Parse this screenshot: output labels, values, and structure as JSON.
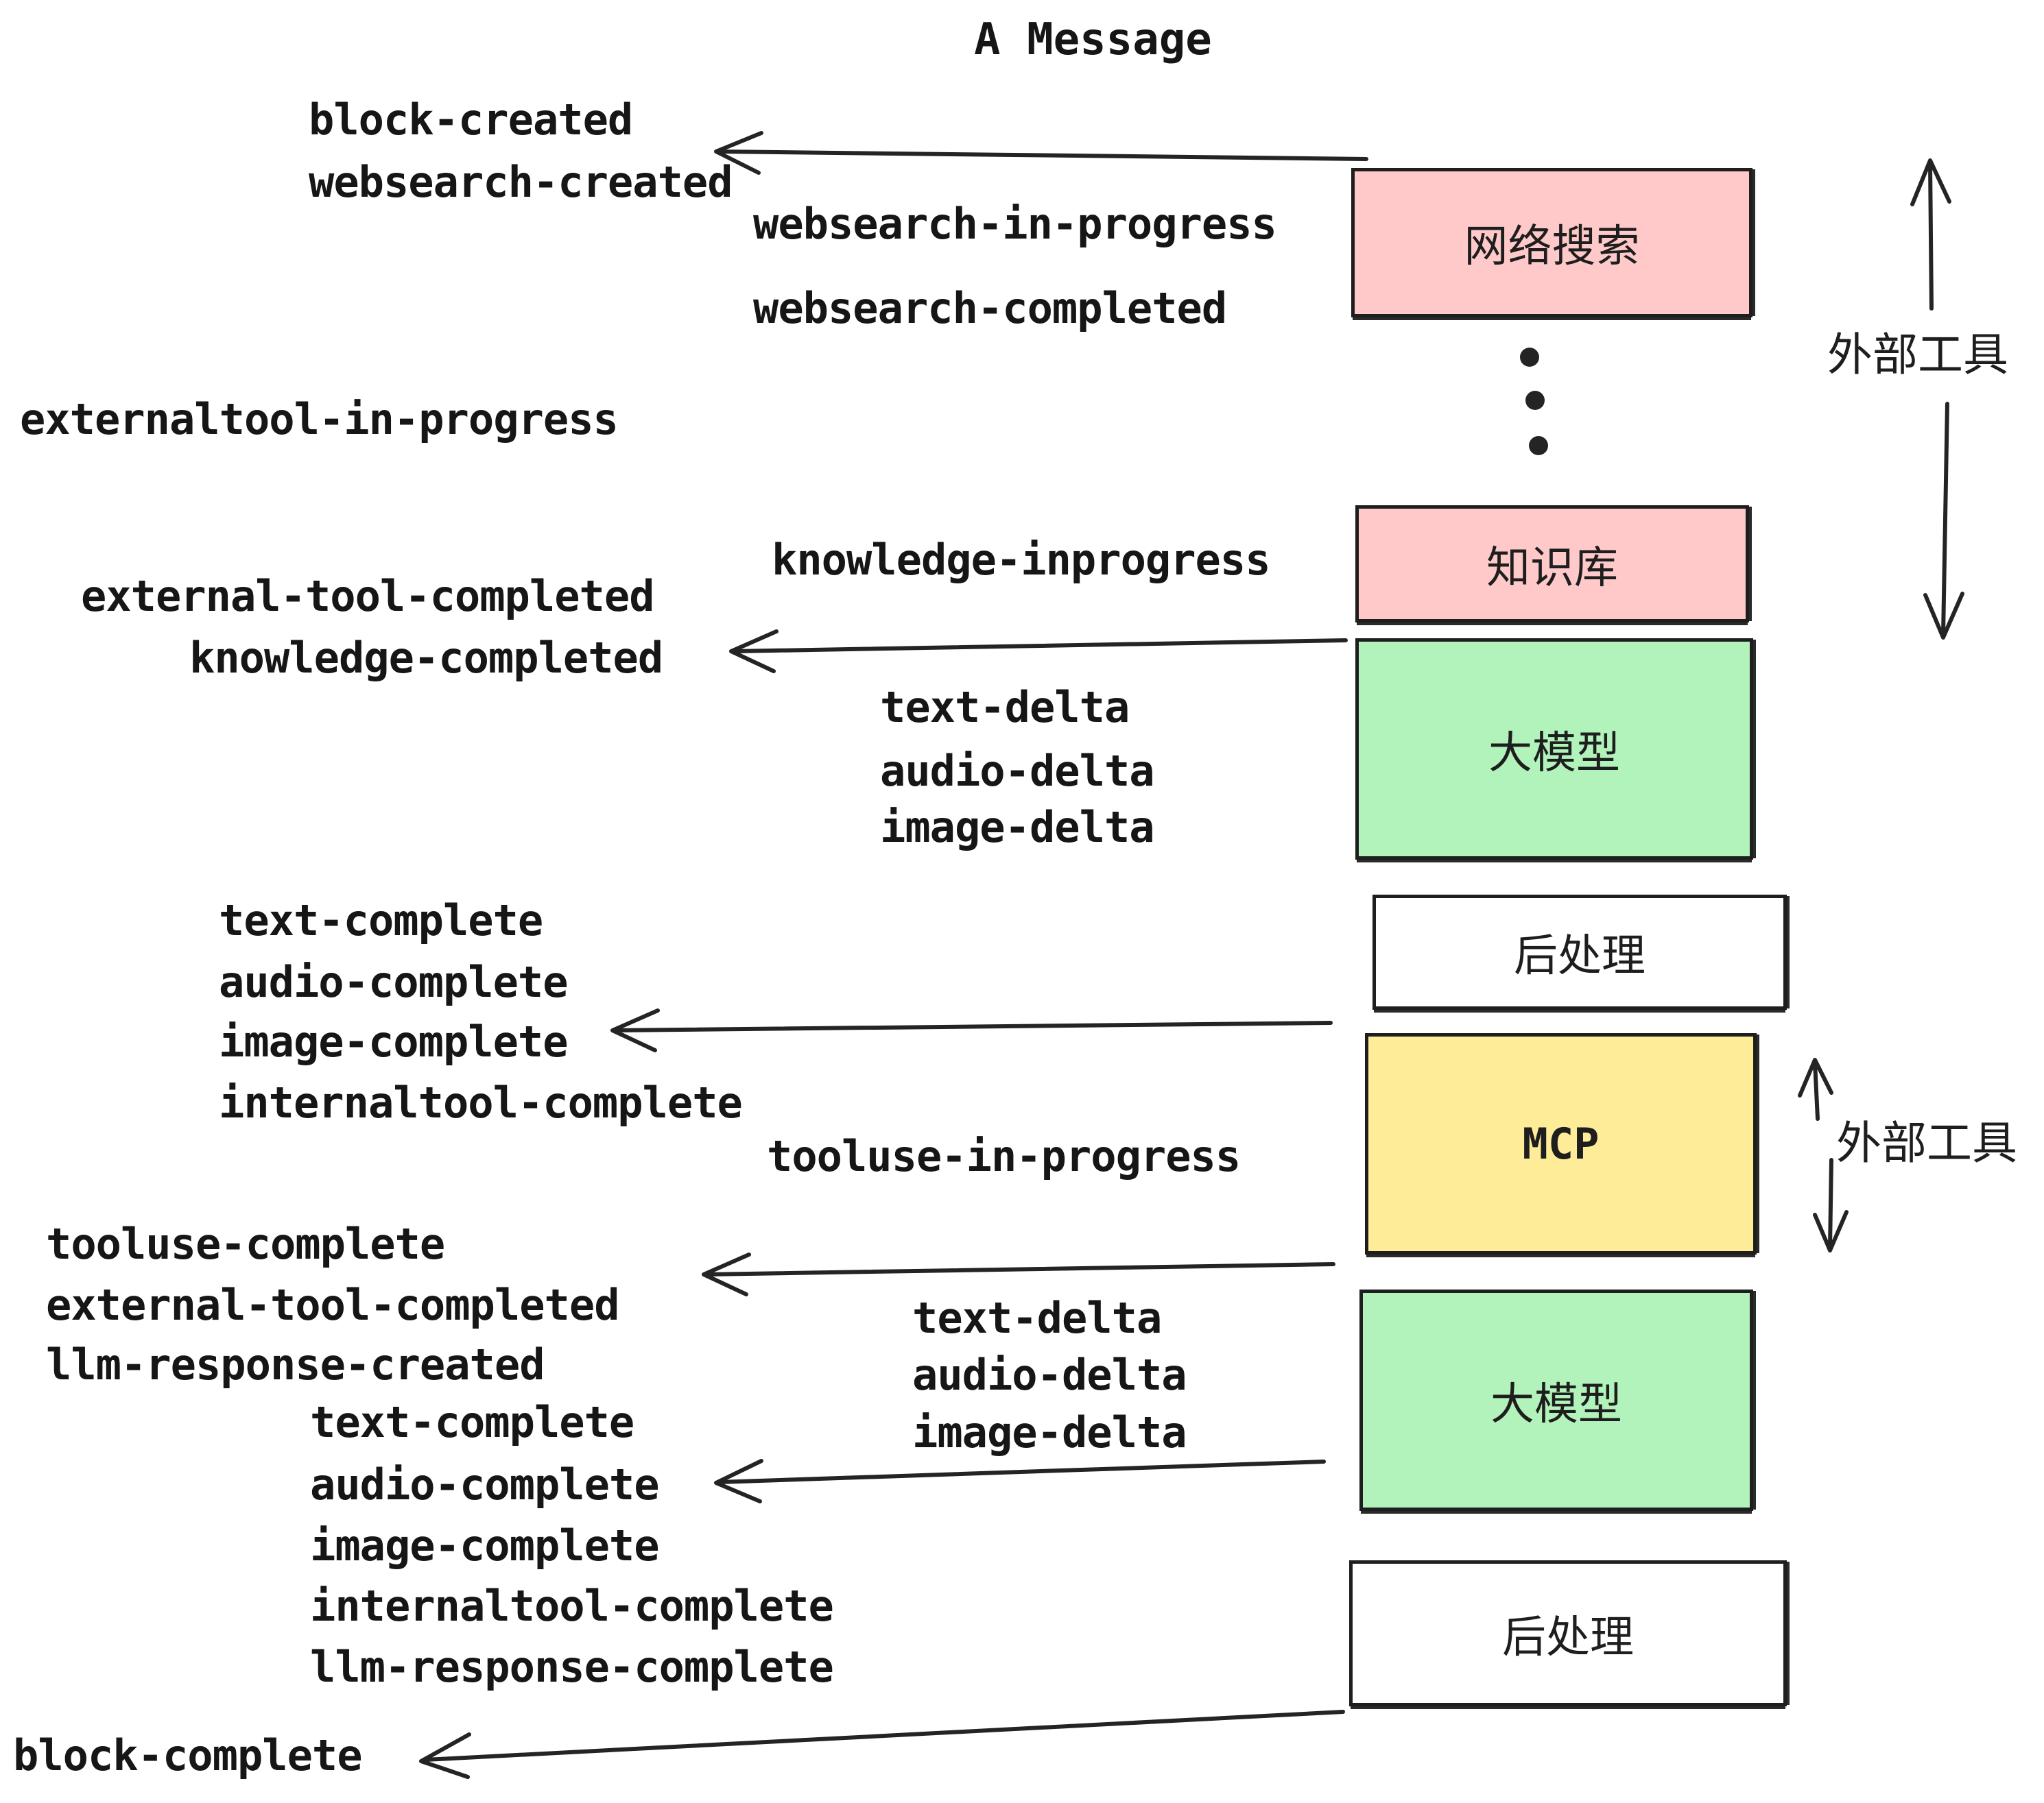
{
  "title": "A Message",
  "labels": {
    "block_created": "block-created",
    "websearch_created": "websearch-created",
    "websearch_in_progress": "websearch-in-progress",
    "websearch_completed": "websearch-completed",
    "externaltool_in_progress": "externaltool-in-progress",
    "knowledge_inprogress": "knowledge-inprogress",
    "external_tool_completed_1": "external-tool-completed",
    "knowledge_completed": "knowledge-completed",
    "text_delta_1": "text-delta",
    "audio_delta_1": "audio-delta",
    "image_delta_1": "image-delta",
    "text_complete_1": "text-complete",
    "audio_complete_1": "audio-complete",
    "image_complete_1": "image-complete",
    "internaltool_complete_1": "internaltool-complete",
    "tooluse_in_progress": "tooluse-in-progress",
    "tooluse_complete": "tooluse-complete",
    "external_tool_completed_2": "external-tool-completed",
    "llm_response_created": "llm-response-created",
    "text_delta_2": "text-delta",
    "audio_delta_2": "audio-delta",
    "image_delta_2": "image-delta",
    "text_complete_2": "text-complete",
    "audio_complete_2": "audio-complete",
    "image_complete_2": "image-complete",
    "internaltool_complete_2": "internaltool-complete",
    "llm_response_complete": "llm-response-complete",
    "block_complete": "block-complete"
  },
  "boxes": {
    "websearch": {
      "label": "网络搜索",
      "fill": "#ffc9c9"
    },
    "knowledge": {
      "label": "知识库",
      "fill": "#ffc9c9"
    },
    "llm_1": {
      "label": "大模型",
      "fill": "#b2f2bb"
    },
    "postprocess_1": {
      "label": "后处理",
      "fill": "#ffffff"
    },
    "mcp": {
      "label": "MCP",
      "fill": "#ffec99"
    },
    "llm_2": {
      "label": "大模型",
      "fill": "#b2f2bb"
    },
    "postprocess_2": {
      "label": "后处理",
      "fill": "#ffffff"
    }
  },
  "annotations": {
    "external_tools_top": "外部工具",
    "external_tools_bottom": "外部工具"
  },
  "colors": {
    "stroke": "#1e1e1e",
    "pink": "#ffc9c9",
    "green": "#b2f2bb",
    "yellow": "#ffec99",
    "white": "#ffffff"
  }
}
